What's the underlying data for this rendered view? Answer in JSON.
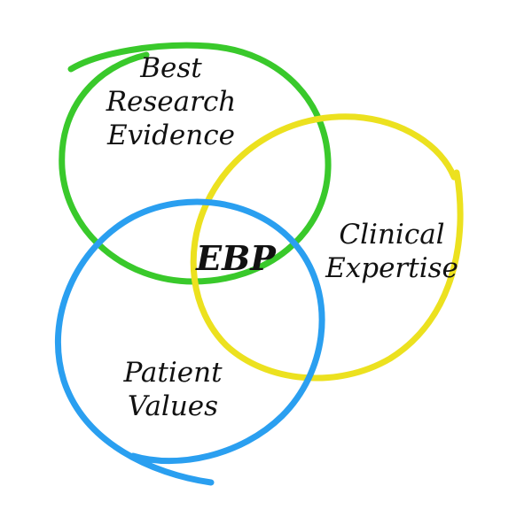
{
  "diagram": {
    "center_label": "EBP",
    "circles": [
      {
        "id": "research",
        "lines": [
          "Best",
          "Research",
          "Evidence"
        ],
        "color": "#39c92b"
      },
      {
        "id": "clinical",
        "lines": [
          "Clinical",
          "Expertise"
        ],
        "color": "#ece11f"
      },
      {
        "id": "patient",
        "lines": [
          "Patient",
          "Values"
        ],
        "color": "#2a9ff0"
      }
    ]
  }
}
